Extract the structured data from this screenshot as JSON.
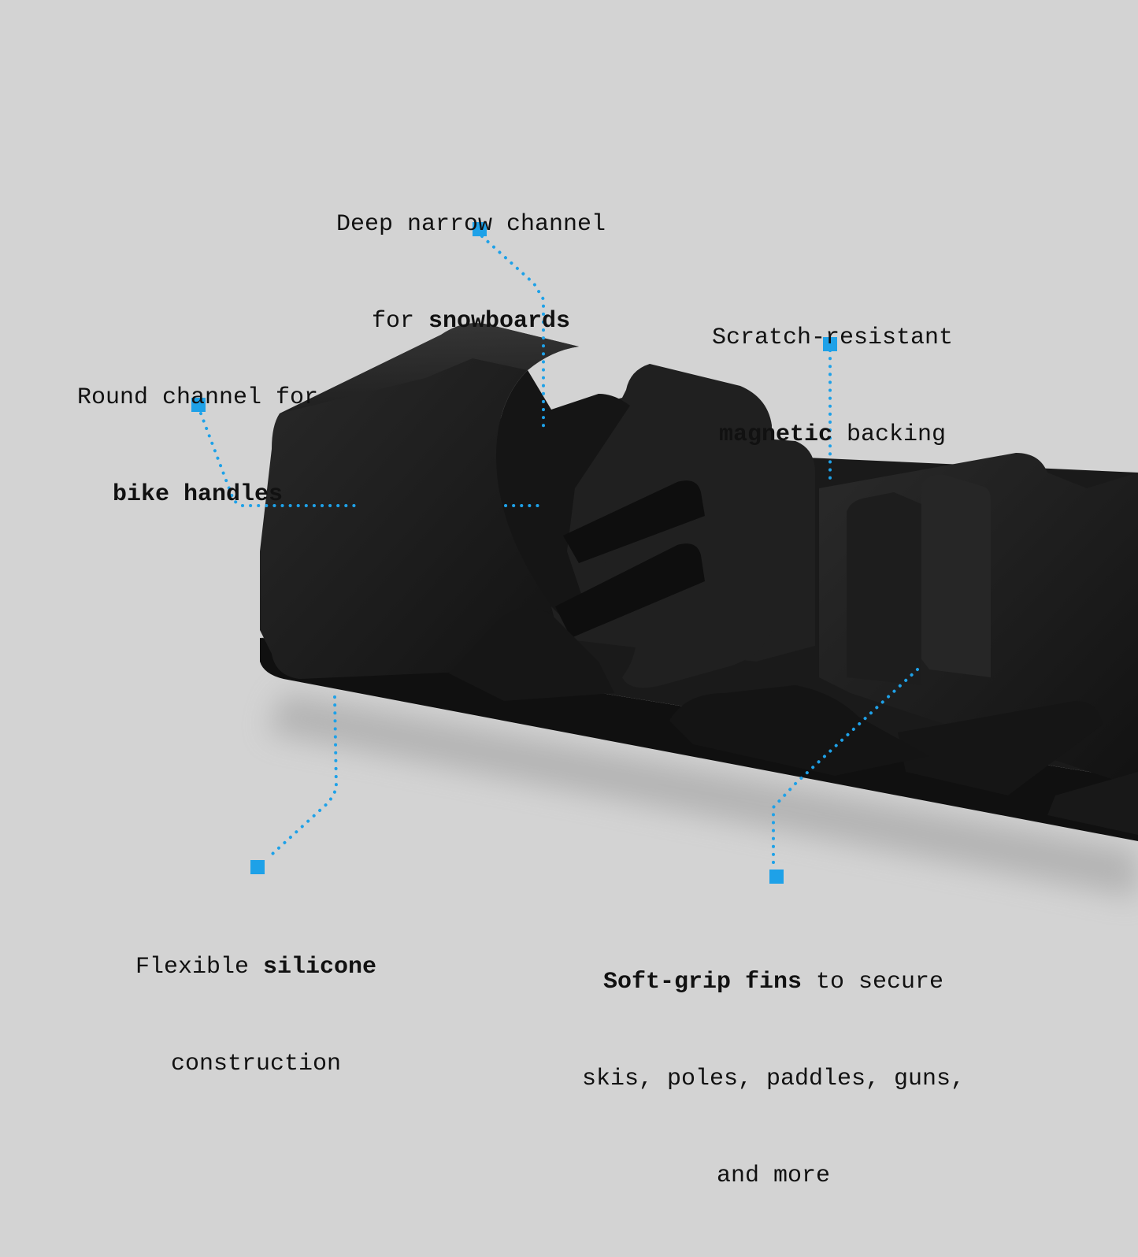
{
  "colors": {
    "background": "#d3d3d3",
    "accent": "#1ea1e8",
    "product": "#1c1c1c",
    "text": "#111111"
  },
  "callouts": {
    "snowboards": {
      "line1": "Deep narrow channel",
      "line2_prefix": "for ",
      "line2_bold": "snowboards"
    },
    "magnetic": {
      "line1": "Scratch-resistant",
      "line2_bold": "magnetic",
      "line2_suffix": " backing"
    },
    "bike": {
      "line1": "Round channel for",
      "line2_bold": "bike handles"
    },
    "silicone": {
      "line1_prefix": "Flexible ",
      "line1_bold": "silicone",
      "line2": "construction"
    },
    "fins": {
      "line1_bold": "Soft-grip fins",
      "line1_suffix": " to secure",
      "line2": "skis, poles, paddles, guns,",
      "line3": "and more"
    }
  }
}
